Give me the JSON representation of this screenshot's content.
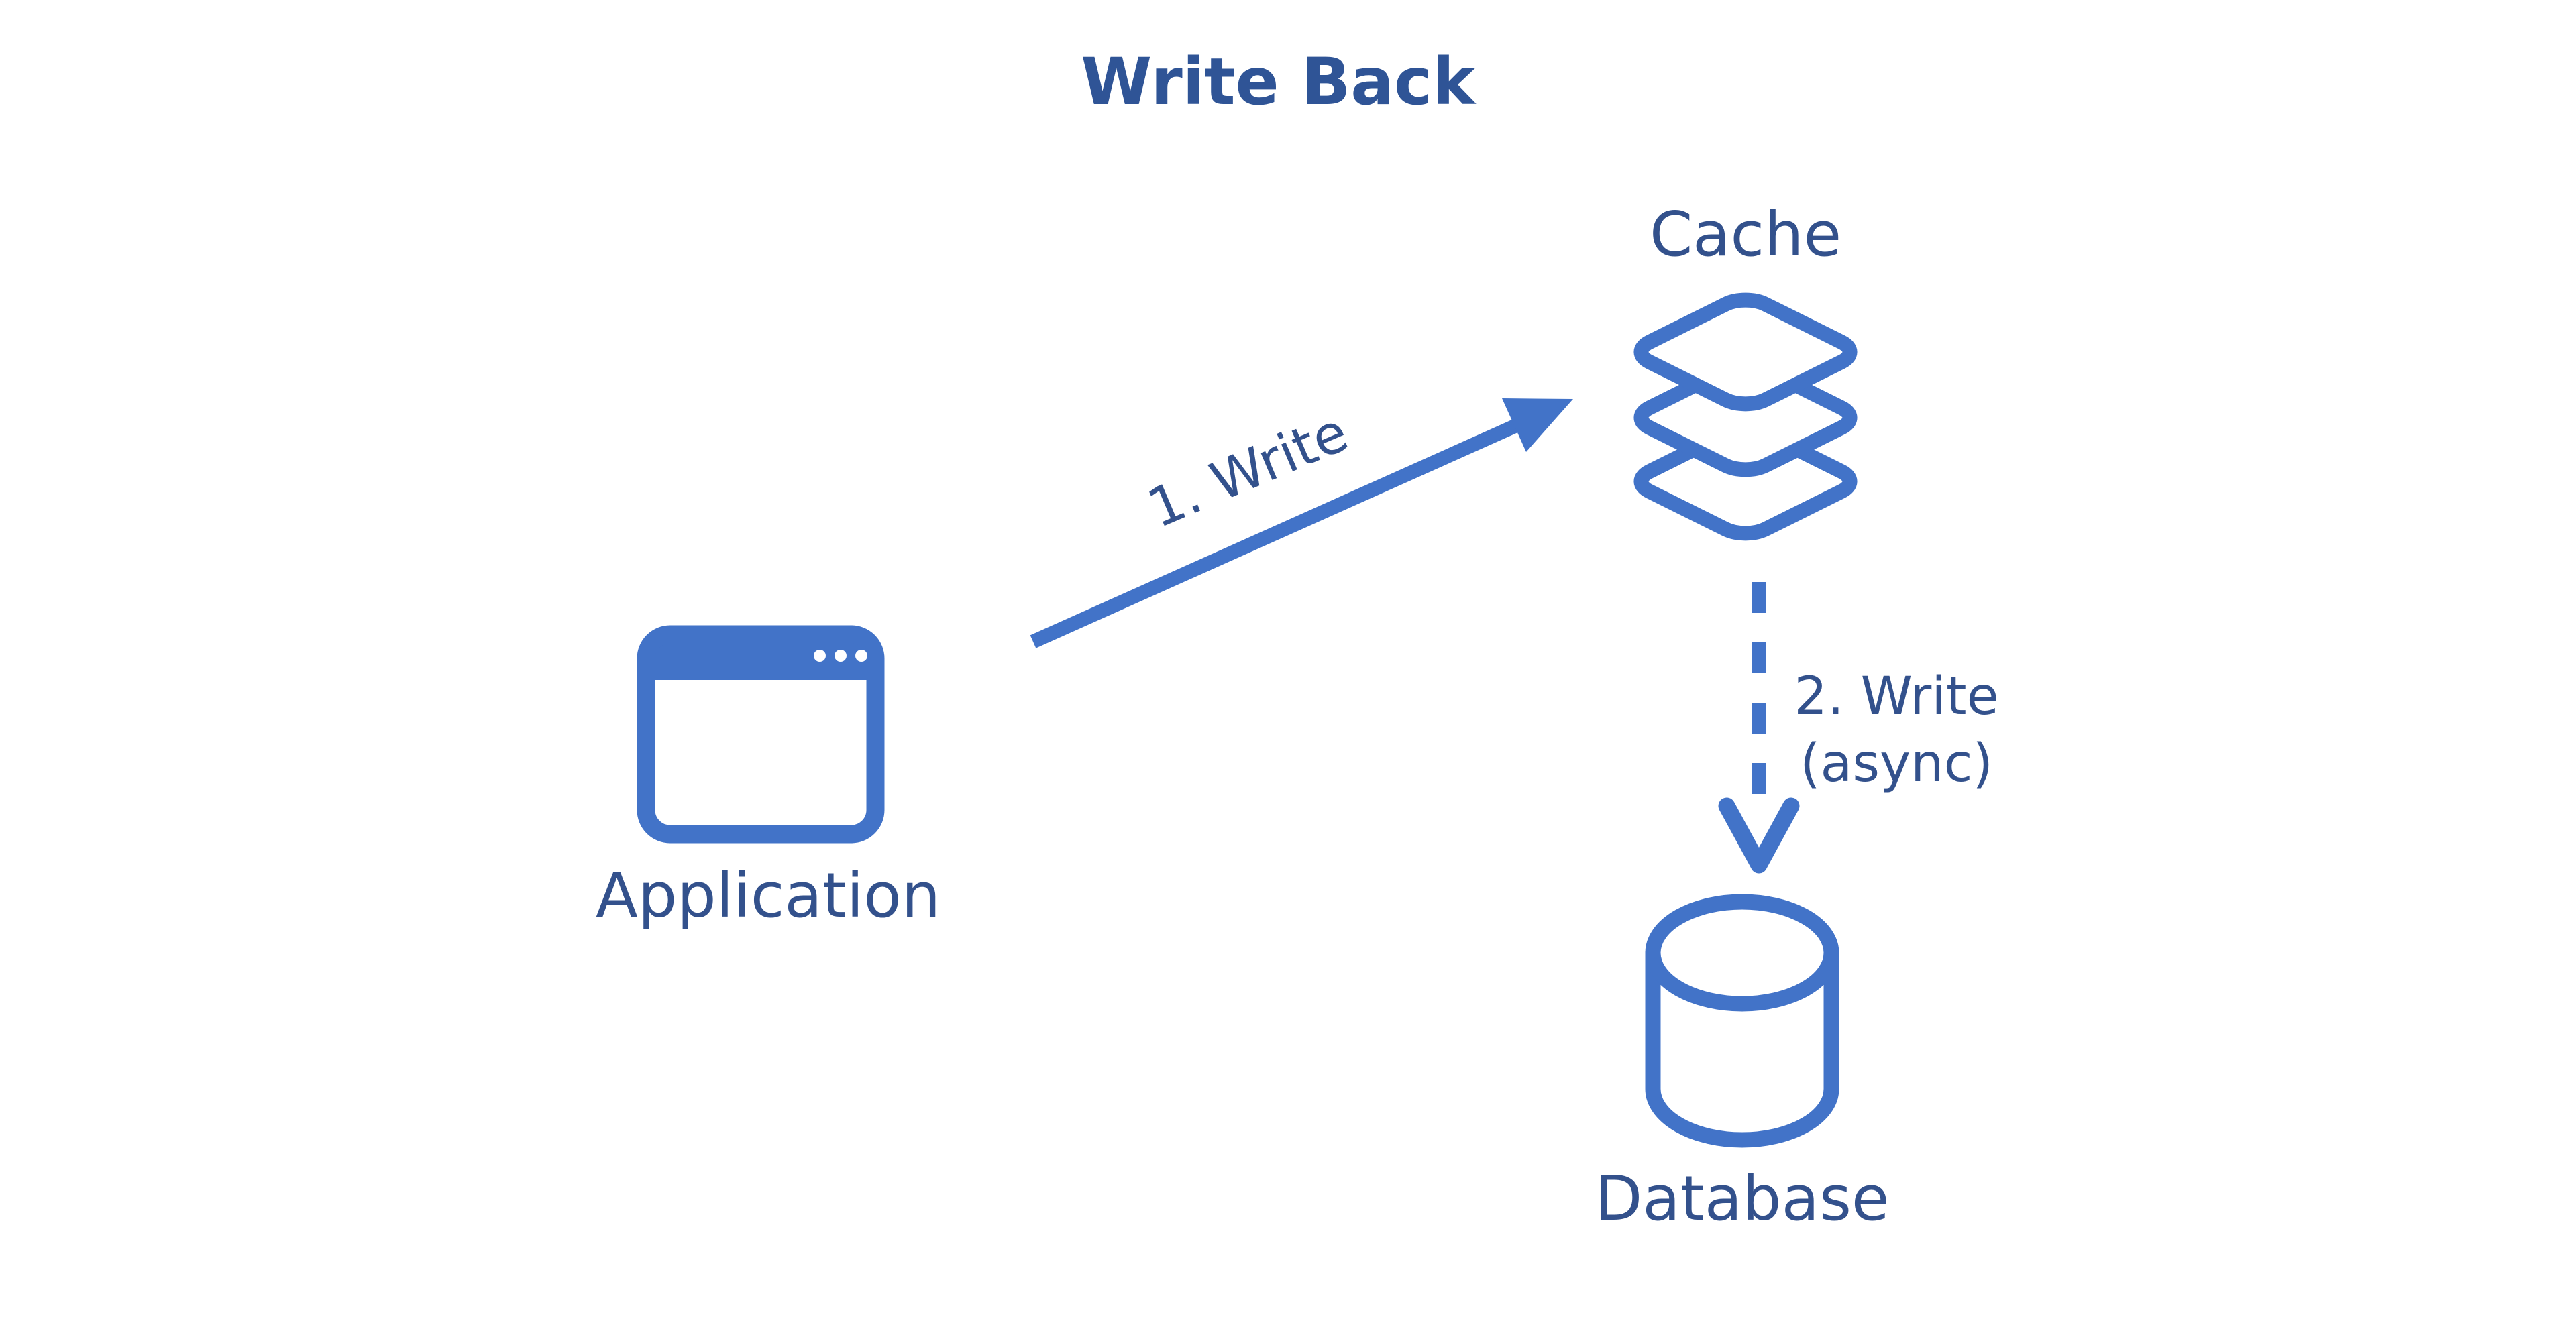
{
  "colors": {
    "accent": "#4273c8",
    "text": "#33518c",
    "title": "#2f5496",
    "background": "#ffffff"
  },
  "diagram": {
    "title": "Write Back",
    "nodes": {
      "application": {
        "label": "Application",
        "icon": "browser-window-icon"
      },
      "cache": {
        "label": "Cache",
        "icon": "layers-icon"
      },
      "database": {
        "label": "Database",
        "icon": "database-cylinder-icon"
      }
    },
    "edges": [
      {
        "from": "application",
        "to": "cache",
        "style": "solid",
        "label": "1. Write"
      },
      {
        "from": "cache",
        "to": "database",
        "style": "dashed",
        "label": "2. Write (async)",
        "lines": [
          "2. Write",
          "(async)"
        ]
      }
    ]
  }
}
